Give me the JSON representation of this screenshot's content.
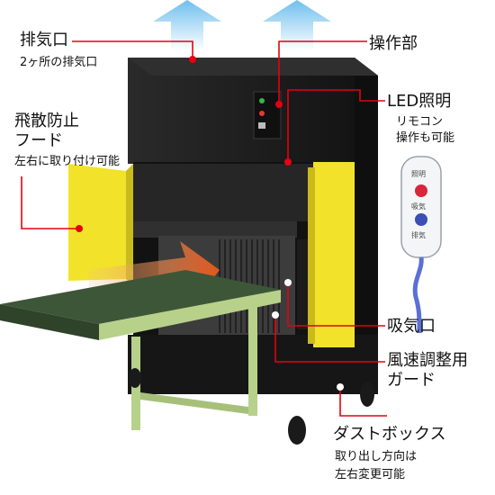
{
  "labels": {
    "exhaust": {
      "title": "排気口",
      "sub": "2ヶ所の排気口"
    },
    "hood": {
      "title_line1": "飛散防止",
      "title_line2": "フード",
      "sub": "左右に取り付け可能"
    },
    "control": {
      "title": "操作部"
    },
    "led": {
      "title": "LED照明",
      "sub_line1": "リモコン",
      "sub_line2": "操作も可能"
    },
    "intake": {
      "title": "吸気口"
    },
    "guard": {
      "title_line1": "風速調整用",
      "title_line2": "ガード"
    },
    "dustbox": {
      "title": "ダストボックス",
      "sub_line1": "取り出し方向は",
      "sub_line2": "左右変更可能"
    }
  },
  "remote": {
    "top_label": "照明",
    "mid_label": "吸気",
    "bottom_label": "排気"
  },
  "colors": {
    "machine_body": "#1c1c1c",
    "hood_yellow": "#f2e22a",
    "table_top": "#3e5638",
    "table_frame": "#b7d18a",
    "arrow_blue": "#7fc6ee",
    "airflow_orange": "#e86a2a",
    "leader_red": "#e60012"
  }
}
